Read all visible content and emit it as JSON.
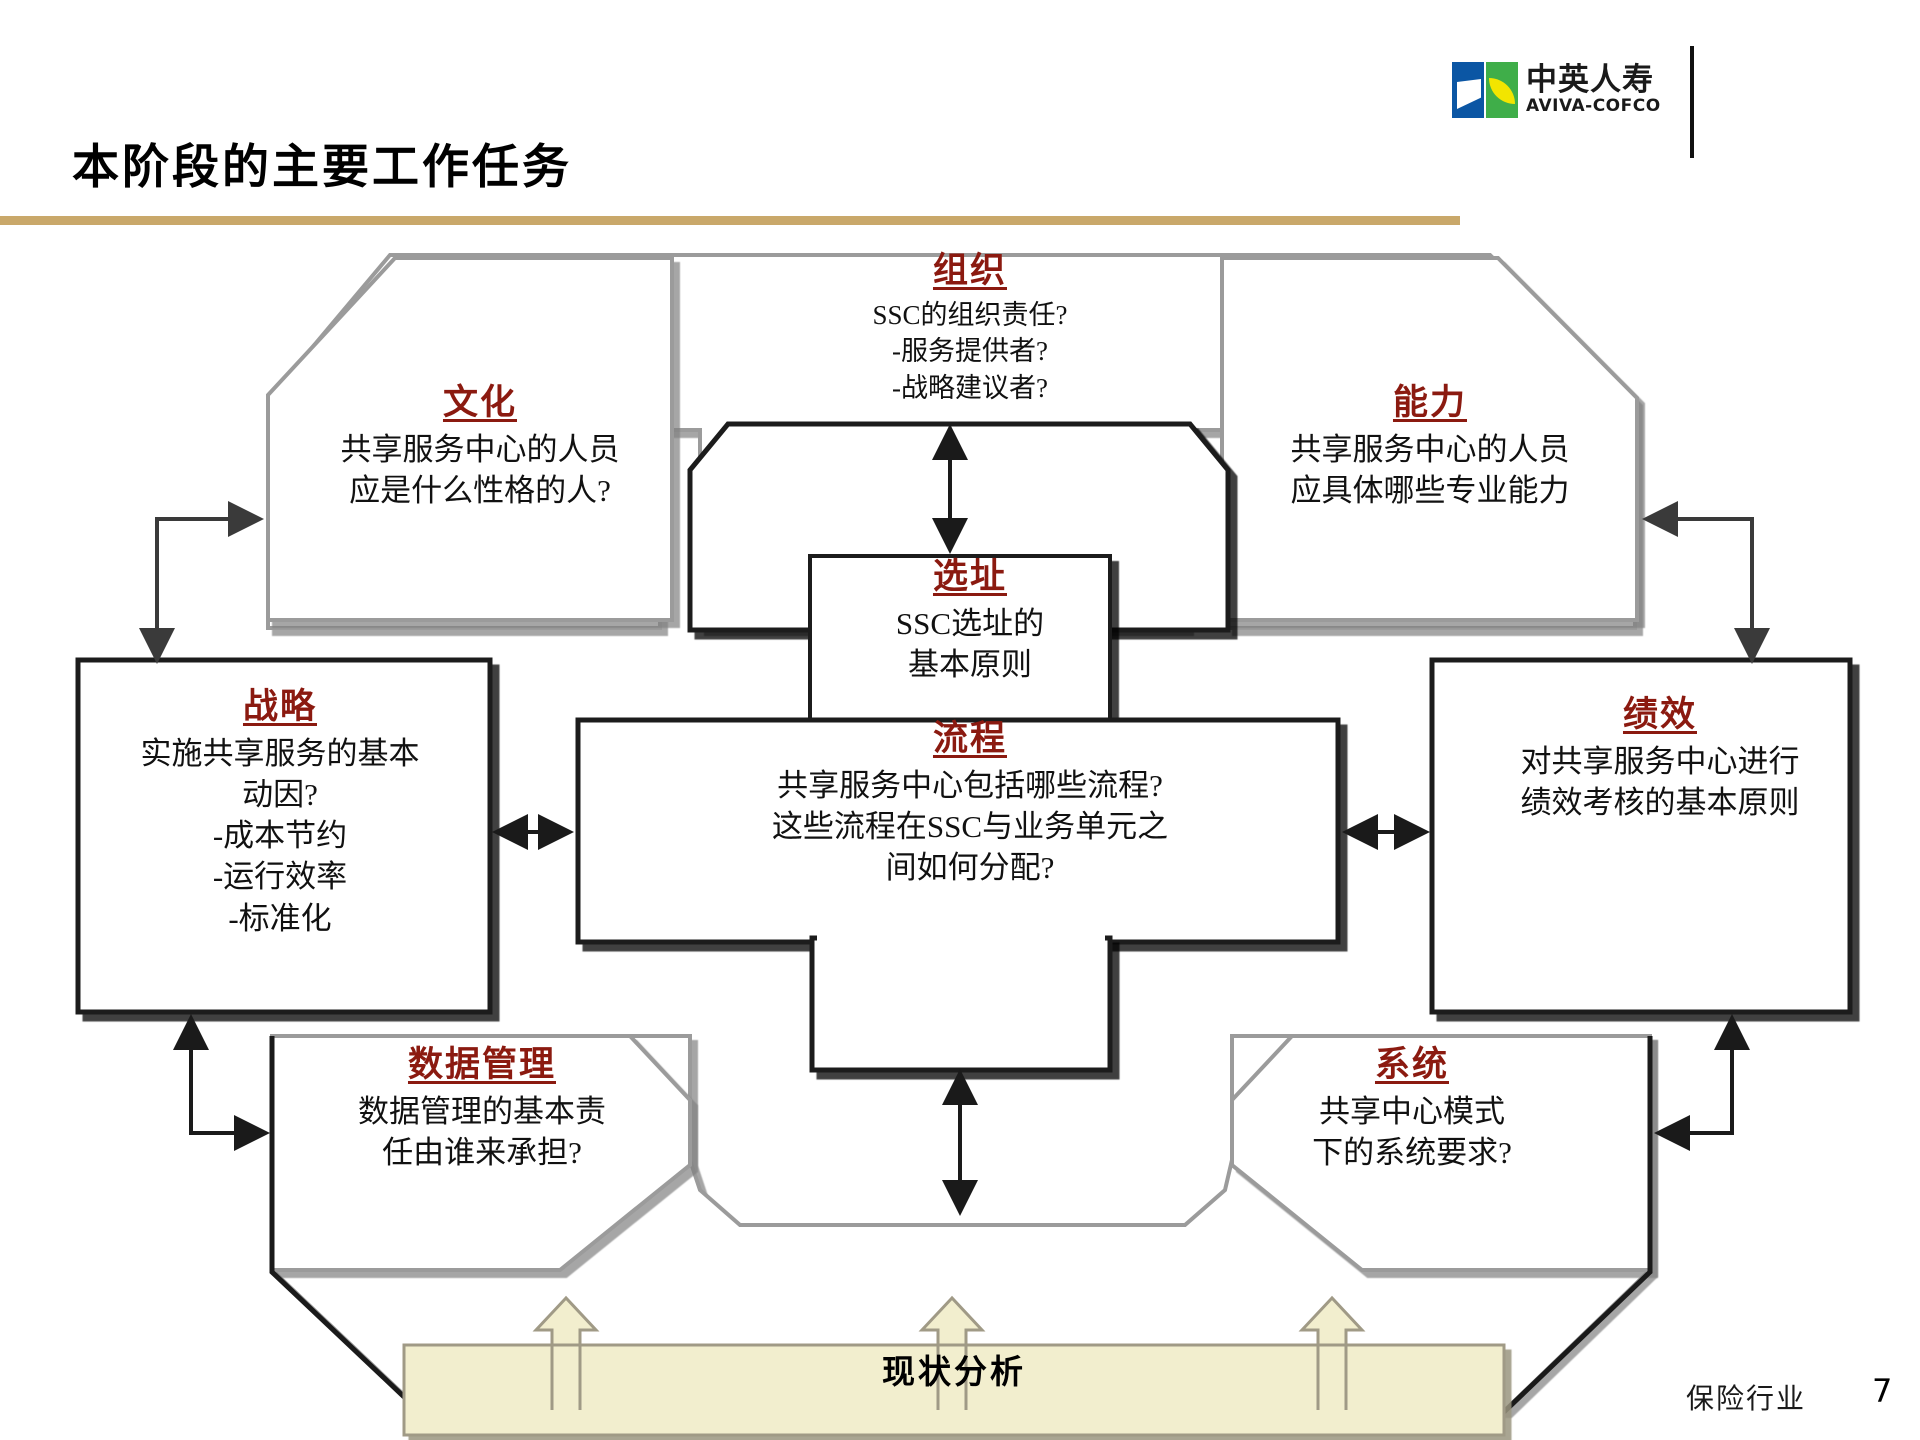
{
  "slide": {
    "title": "本阶段的主要工作任务",
    "accent_color": "#C9A86A",
    "heading_color": "#8B1A10"
  },
  "logo": {
    "name": "中英人寿",
    "latin": "AVIVA-COFCO",
    "blue": "#0B56A4",
    "green": "#3FAE49",
    "yellow": "#F2E500"
  },
  "diagram": {
    "nodes": {
      "organization": {
        "title": "组织",
        "lines": [
          "SSC的组织责任?",
          "-服务提供者?",
          "-战略建议者?"
        ]
      },
      "culture": {
        "title": "文化",
        "lines": [
          "共享服务中心的人员",
          "应是什么性格的人?"
        ]
      },
      "capability": {
        "title": "能力",
        "lines": [
          "共享服务中心的人员",
          "应具体哪些专业能力"
        ]
      },
      "strategy": {
        "title": "战略",
        "lines": [
          "实施共享服务的基本",
          "动因?",
          "-成本节约",
          "-运行效率",
          "-标准化"
        ]
      },
      "site": {
        "title": "选址",
        "lines": [
          "SSC选址的",
          "基本原则"
        ]
      },
      "process": {
        "title": "流程",
        "lines": [
          "共享服务中心包括哪些流程?",
          "这些流程在SSC与业务单元之",
          "间如何分配?"
        ]
      },
      "performance": {
        "title": "绩效",
        "lines": [
          "对共享服务中心进行",
          "绩效考核的基本原则"
        ]
      },
      "data_management": {
        "title": "数据管理",
        "lines": [
          "数据管理的基本责",
          "任由谁来承担?"
        ]
      },
      "system": {
        "title": "系统",
        "lines": [
          "共享中心模式",
          "下的系统要求?"
        ]
      },
      "current_state": {
        "title": "现状分析",
        "fill": "#F2EECE",
        "stroke": "#A09A86"
      }
    }
  },
  "footer": {
    "label": "保险行业",
    "page": "7"
  }
}
